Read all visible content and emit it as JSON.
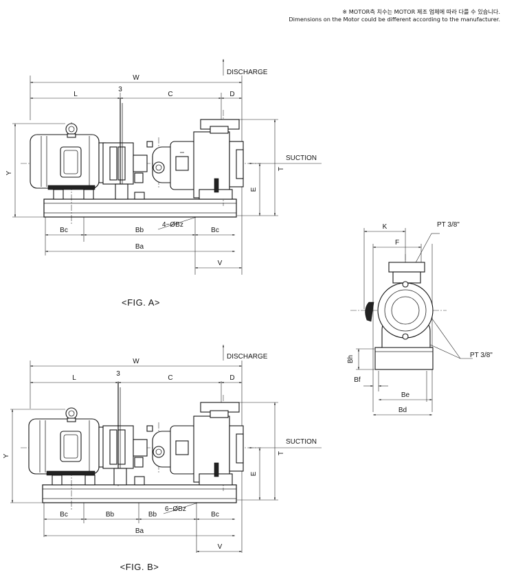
{
  "note": {
    "line1": "※ MOTOR측 치수는 MOTOR 제조 업체에 따라 다를 수 있습니다.",
    "line2": "Dimensions on the Motor could be different according to the manufacturer."
  },
  "fig_a": {
    "caption": "<FIG. A>",
    "labels": {
      "w": "W",
      "l": "L",
      "three": "3",
      "c": "C",
      "d": "D",
      "discharge": "DISCHARGE",
      "suction": "SUCTION",
      "y": "Y",
      "t": "T",
      "e": "E",
      "bc_left": "Bc",
      "bb": "Bb",
      "bz": "4−ØBz",
      "bc_right": "Bc",
      "ba": "Ba",
      "v": "V"
    }
  },
  "fig_b": {
    "caption": "<FIG. B>",
    "labels": {
      "w": "W",
      "l": "L",
      "three": "3",
      "c": "C",
      "d": "D",
      "discharge": "DISCHARGE",
      "suction": "SUCTION",
      "y": "Y",
      "t": "T",
      "e": "E",
      "bc_left": "Bc",
      "bb1": "Bb",
      "bb2": "Bb",
      "bz": "6−ØBz",
      "bc_right": "Bc",
      "ba": "Ba",
      "v": "V"
    }
  },
  "side_view": {
    "labels": {
      "k": "K",
      "f": "F",
      "pt_top": "PT 3/8\"",
      "pt_side": "PT 3/8\"",
      "bh": "Bh",
      "bf": "Bf",
      "be": "Be",
      "bd": "Bd"
    }
  }
}
